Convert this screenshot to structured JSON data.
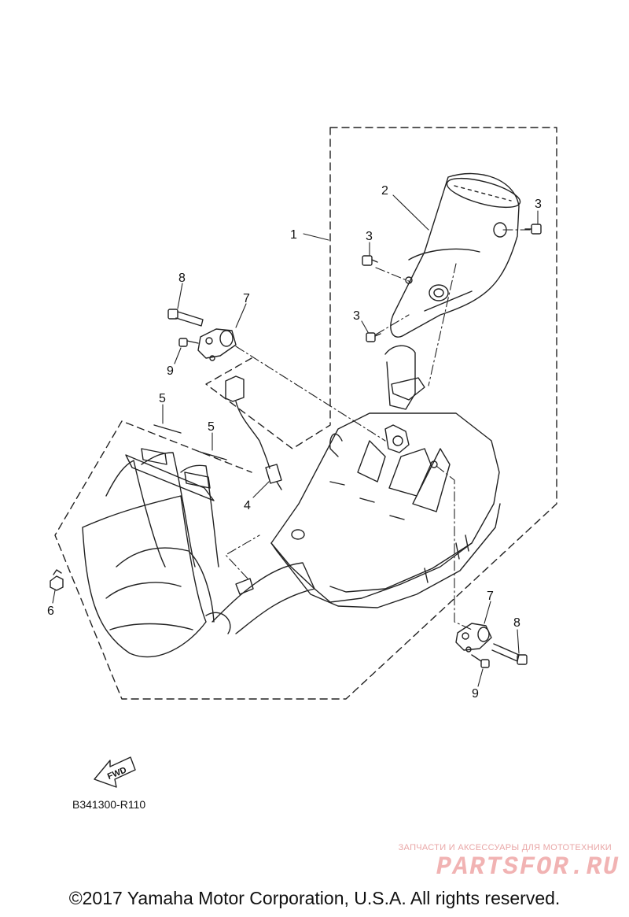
{
  "callouts": [
    {
      "id": "c1",
      "text": "1"
    },
    {
      "id": "c2",
      "text": "2"
    },
    {
      "id": "c3a",
      "text": "3"
    },
    {
      "id": "c3b",
      "text": "3"
    },
    {
      "id": "c3c",
      "text": "3"
    },
    {
      "id": "c4",
      "text": "4"
    },
    {
      "id": "c5a",
      "text": "5"
    },
    {
      "id": "c5b",
      "text": "5"
    },
    {
      "id": "c6",
      "text": "6"
    },
    {
      "id": "c7a",
      "text": "7"
    },
    {
      "id": "c7b",
      "text": "7"
    },
    {
      "id": "c8a",
      "text": "8"
    },
    {
      "id": "c8b",
      "text": "8"
    },
    {
      "id": "c9a",
      "text": "9"
    },
    {
      "id": "c9b",
      "text": "9"
    }
  ],
  "fwd_label": "FWD",
  "ref_code": "B341300-R110",
  "watermark": {
    "tagline": "ЗАПЧАСТИ И АКСЕССУАРЫ ДЛЯ МОТОТЕХНИКИ",
    "logo": "PARTSFOR.RU"
  },
  "copyright": "©2017 Yamaha Motor Corporation, U.S.A. All rights reserved.",
  "colors": {
    "line": "#222222",
    "watermark": "#f1b3b3"
  }
}
